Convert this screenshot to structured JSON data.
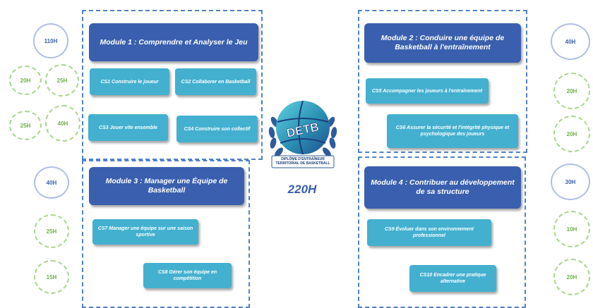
{
  "modules": {
    "m1": {
      "title": "Module 1 : Comprendre et Analyser le Jeu",
      "hours": "110H"
    },
    "m2": {
      "title": "Module 2 : Conduire une équipe de Basketball à l'entraînement",
      "hours": "40H"
    },
    "m3": {
      "title": "Module 3 : Manager une Équipe de Basketball",
      "hours": "40H"
    },
    "m4": {
      "title": "Module 4 : Contribuer au développement de sa structure",
      "hours": "30H"
    }
  },
  "competences": {
    "cs1": {
      "label": "CS1 Construire le joueur",
      "hours": "25H"
    },
    "cs2": {
      "label": "CS2 Collaborer en Basketball",
      "hours": "25H"
    },
    "cs3": {
      "label": "CS3 Jouer vite ensemble",
      "hours": "20H"
    },
    "cs4": {
      "label": "CS4 Construire son collectif",
      "hours": "40H"
    },
    "cs5": {
      "label": "CS5 Accompagner les joueurs à l'entraînement",
      "hours": "20H"
    },
    "cs6": {
      "label": "CS6 Assurer la sécurité et l'intégrité physique et psychologique des joueurs",
      "hours": "20H"
    },
    "cs7": {
      "label": "CS7 Manager une équipe sur une saison sportive",
      "hours": "25H"
    },
    "cs8": {
      "label": "CS8 Gérer son équipe en compétition",
      "hours": "15H"
    },
    "cs9": {
      "label": "CS9 Évoluer dans son environnement professionnel",
      "hours": "10H"
    },
    "cs10": {
      "label": "CS10 Encadrer une pratique alternative",
      "hours": "20H"
    }
  },
  "logo": {
    "acronym": "DETB",
    "text": "DIPLÔME D'ENTRAÎNEUR TERRITORIAL DE BASKETBALL"
  },
  "total": "220H",
  "colors": {
    "module": "#3a5fae",
    "cs": "#43b0cf",
    "frame": "#4f82c8",
    "circle_blue": "#aebfe6",
    "circle_green": "#a8d68a"
  }
}
